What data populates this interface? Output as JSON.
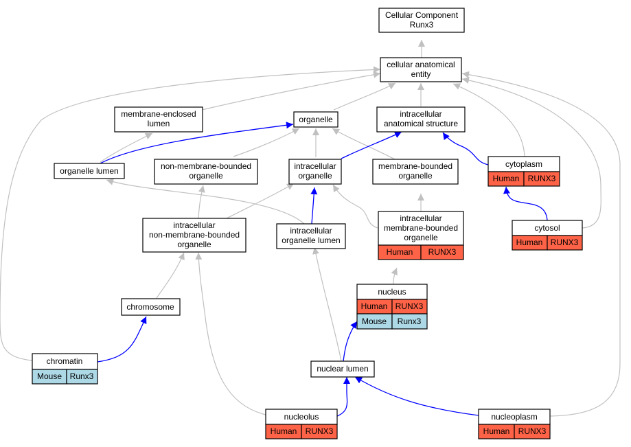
{
  "diagram": {
    "colors": {
      "gray_edge": "#c0c0c0",
      "blue_edge": "#0000ff",
      "human": "#ff6347",
      "mouse": "#add8e6",
      "box_border": "#000000",
      "background": "#ffffff"
    },
    "nodes": {
      "root": {
        "line1": "Cellular Component",
        "line2": "Runx3"
      },
      "cae": {
        "line1": "cellular anatomical",
        "line2": "entity"
      },
      "mel": {
        "line1": "membrane-enclosed",
        "line2": "lumen"
      },
      "org": {
        "line1": "organelle"
      },
      "ias": {
        "line1": "intracellular",
        "line2": "anatomical structure"
      },
      "orglumen": {
        "line1": "organelle lumen"
      },
      "nmbo": {
        "line1": "non-membrane-bounded",
        "line2": "organelle"
      },
      "io": {
        "line1": "intracellular",
        "line2": "organelle"
      },
      "mbo": {
        "line1": "membrane-bounded",
        "line2": "organelle"
      },
      "cyto": {
        "line1": "cytoplasm",
        "species": "Human",
        "gene": "RUNX3"
      },
      "inmbo": {
        "line1": "intracellular",
        "line2": "non-membrane-bounded",
        "line3": "organelle"
      },
      "iol": {
        "line1": "intracellular",
        "line2": "organelle lumen"
      },
      "imbo": {
        "line1": "intracellular",
        "line2": "membrane-bounded",
        "line3": "organelle",
        "species": "Human",
        "gene": "RUNX3"
      },
      "cytosol": {
        "line1": "cytosol",
        "species": "Human",
        "gene": "RUNX3"
      },
      "nucleus": {
        "line1": "nucleus",
        "species1": "Human",
        "gene1": "RUNX3",
        "species2": "Mouse",
        "gene2": "Runx3"
      },
      "chrom": {
        "line1": "chromosome"
      },
      "chromatin": {
        "line1": "chromatin",
        "species": "Mouse",
        "gene": "Runx3"
      },
      "nl": {
        "line1": "nuclear lumen"
      },
      "nucleolus": {
        "line1": "nucleolus",
        "species": "Human",
        "gene": "RUNX3"
      },
      "nucleoplasm": {
        "line1": "nucleoplasm",
        "species": "Human",
        "gene": "RUNX3"
      }
    }
  }
}
